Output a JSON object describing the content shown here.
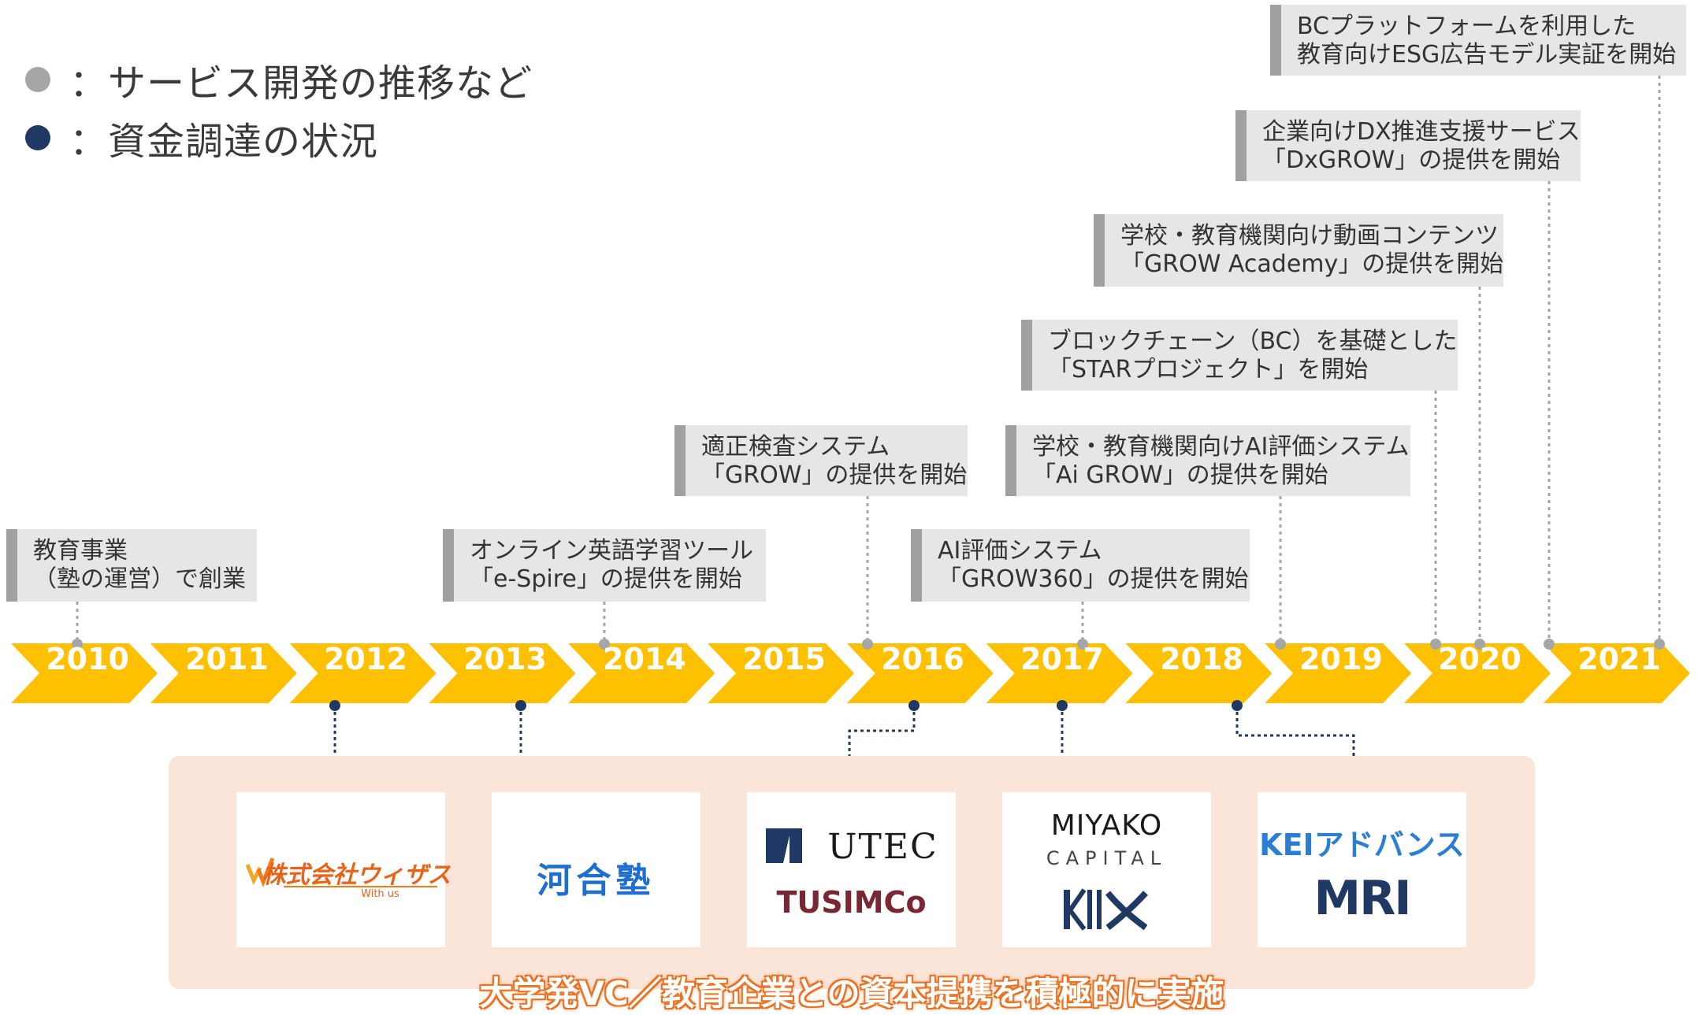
{
  "legend": {
    "items": [
      {
        "label": "：サービス開発の推移など",
        "color": "#a6a6a6"
      },
      {
        "label": "：資金調達の状況",
        "color": "#1f3864"
      }
    ]
  },
  "timeline": {
    "arrow_color": "#ffc000",
    "years": [
      "2010",
      "2011",
      "2012",
      "2013",
      "2014",
      "2015",
      "2016",
      "2017",
      "2018",
      "2019",
      "2020",
      "2021"
    ]
  },
  "events": [
    {
      "id": "e2010",
      "lines": [
        "教育事業",
        "（塾の運営）で創業"
      ]
    },
    {
      "id": "e2014",
      "lines": [
        "オンライン英語学習ツール",
        "「e-Spire」の提供を開始"
      ]
    },
    {
      "id": "e2016",
      "lines": [
        "適正検査システム",
        "「GROW」の提供を開始"
      ]
    },
    {
      "id": "e2017",
      "lines": [
        "AI評価システム",
        "「GROW360」の提供を開始"
      ]
    },
    {
      "id": "e2019a",
      "lines": [
        "学校・教育機関向けAI評価システム",
        "「Ai GROW」の提供を開始"
      ]
    },
    {
      "id": "e2019b",
      "lines": [
        "ブロックチェーン（BC）を基礎とした",
        "「STARプロジェクト」を開始"
      ]
    },
    {
      "id": "e2020a",
      "lines": [
        "学校・教育機関向け動画コンテンツ",
        "「GROW Academy」の提供を開始"
      ]
    },
    {
      "id": "e2020b",
      "lines": [
        "企業向けDX推進支援サービス",
        "「DxGROW」の提供を開始"
      ]
    },
    {
      "id": "e2021",
      "lines": [
        "BCプラットフォームを利用した",
        "教育向けESG広告モデル実証を開始"
      ]
    }
  ],
  "funding": {
    "caption": "大学発VC／教育企業との資本提携を積極的に実施",
    "panel_color": "#fbe5d9",
    "investors": [
      {
        "name": "株式会社ウィザス",
        "sub": "With us"
      },
      {
        "name": "河合塾"
      },
      {
        "name": "UTEC",
        "sub": "TUSIMCo"
      },
      {
        "name": "MIYAKO",
        "sub": "CAPITAL"
      },
      {
        "name": "KEIアドバンス",
        "sub": "MRI"
      }
    ]
  }
}
